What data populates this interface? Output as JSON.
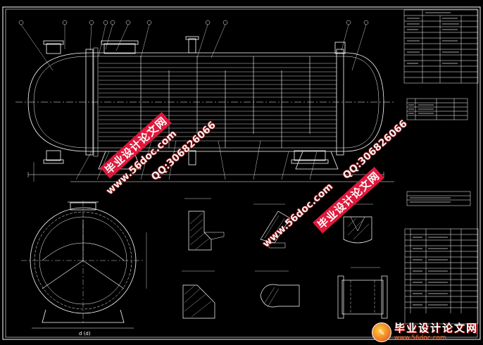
{
  "drawing": {
    "dimension_label": "d (d)"
  },
  "watermarks": [
    {
      "id": "wm1",
      "text": "毕业设计论文网"
    },
    {
      "id": "wm2",
      "text": "www.56doc.com"
    },
    {
      "id": "wm3",
      "text": "QQ:306826066"
    },
    {
      "id": "wm4",
      "text": "www.56doc.com"
    },
    {
      "id": "wm5",
      "text": "QQ:306826066"
    },
    {
      "id": "wm6",
      "text": "毕业设计论文网"
    }
  ],
  "footer": {
    "logo_text": "毕业设计论文网",
    "logo_url": "www.56doc.com"
  }
}
